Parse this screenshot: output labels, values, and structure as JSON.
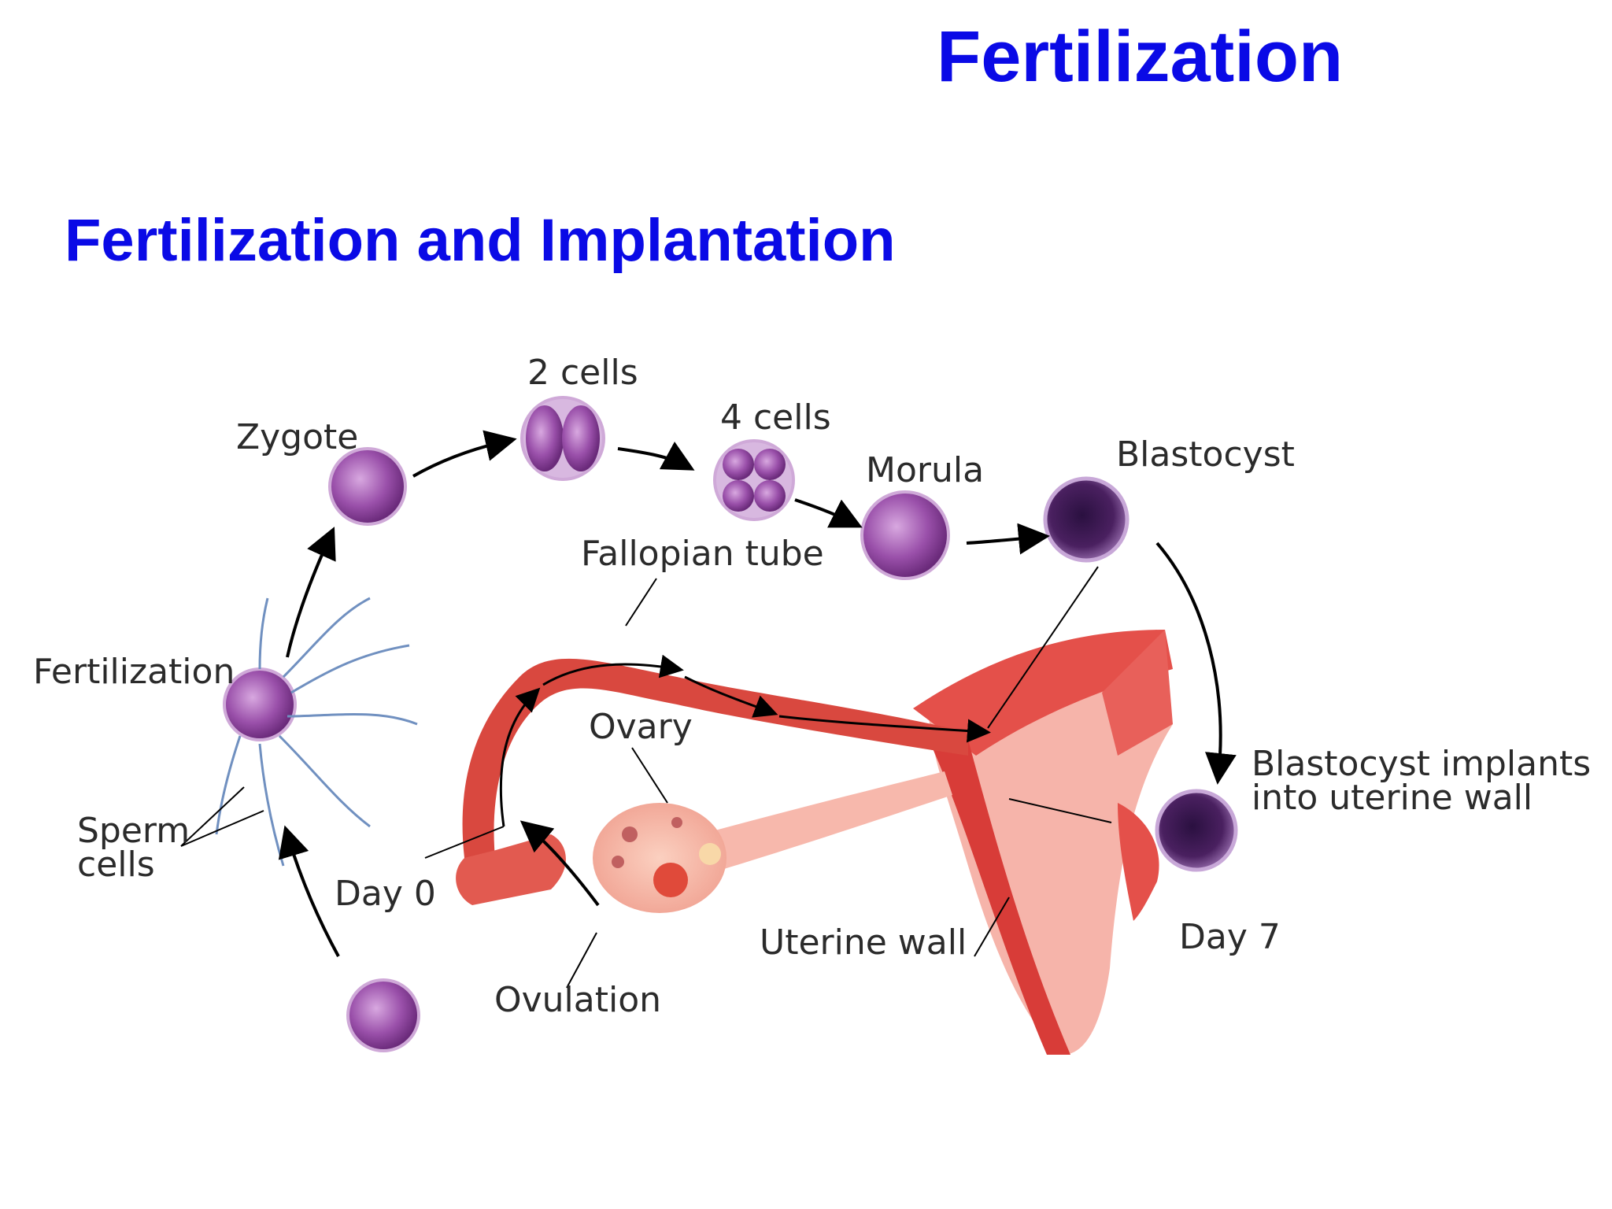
{
  "slide": {
    "title": "Fertilization",
    "subtitle": "Fertilization and Implantation"
  },
  "labels": {
    "zygote": "Zygote",
    "two_cells": "2 cells",
    "four_cells": "4 cells",
    "morula": "Morula",
    "blastocyst": "Blastocyst",
    "fallopian_tube": "Fallopian tube",
    "fertilization": "Fertilization",
    "ovary": "Ovary",
    "blastocyst_implants_line1": "Blastocyst implants",
    "blastocyst_implants_line2": "into uterine wall",
    "sperm_line1": "Sperm",
    "sperm_line2": "cells",
    "day0": "Day 0",
    "day7": "Day 7",
    "uterine_wall": "Uterine wall",
    "ovulation": "Ovulation"
  },
  "colors": {
    "title": "#0a0ae6",
    "cell_purple": "#8a3f9b",
    "tissue_red": "#e0453f",
    "tissue_pink": "#f4a59a"
  }
}
